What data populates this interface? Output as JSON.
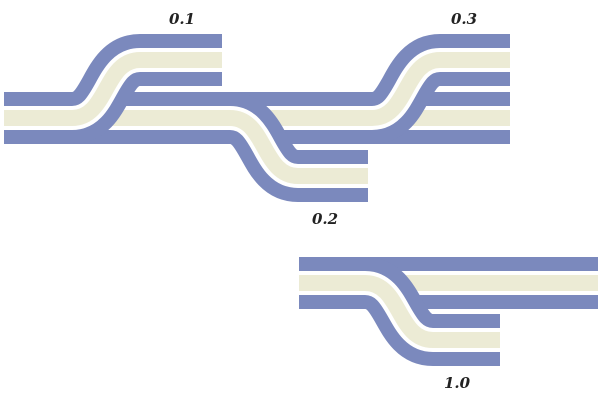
{
  "colors": {
    "outer": "#7b89bd",
    "inner": "#ecebd5",
    "background": "#ffffff"
  },
  "labels": {
    "v01": "0.1",
    "v02": "0.2",
    "v03": "0.3",
    "v10": "1.0"
  }
}
